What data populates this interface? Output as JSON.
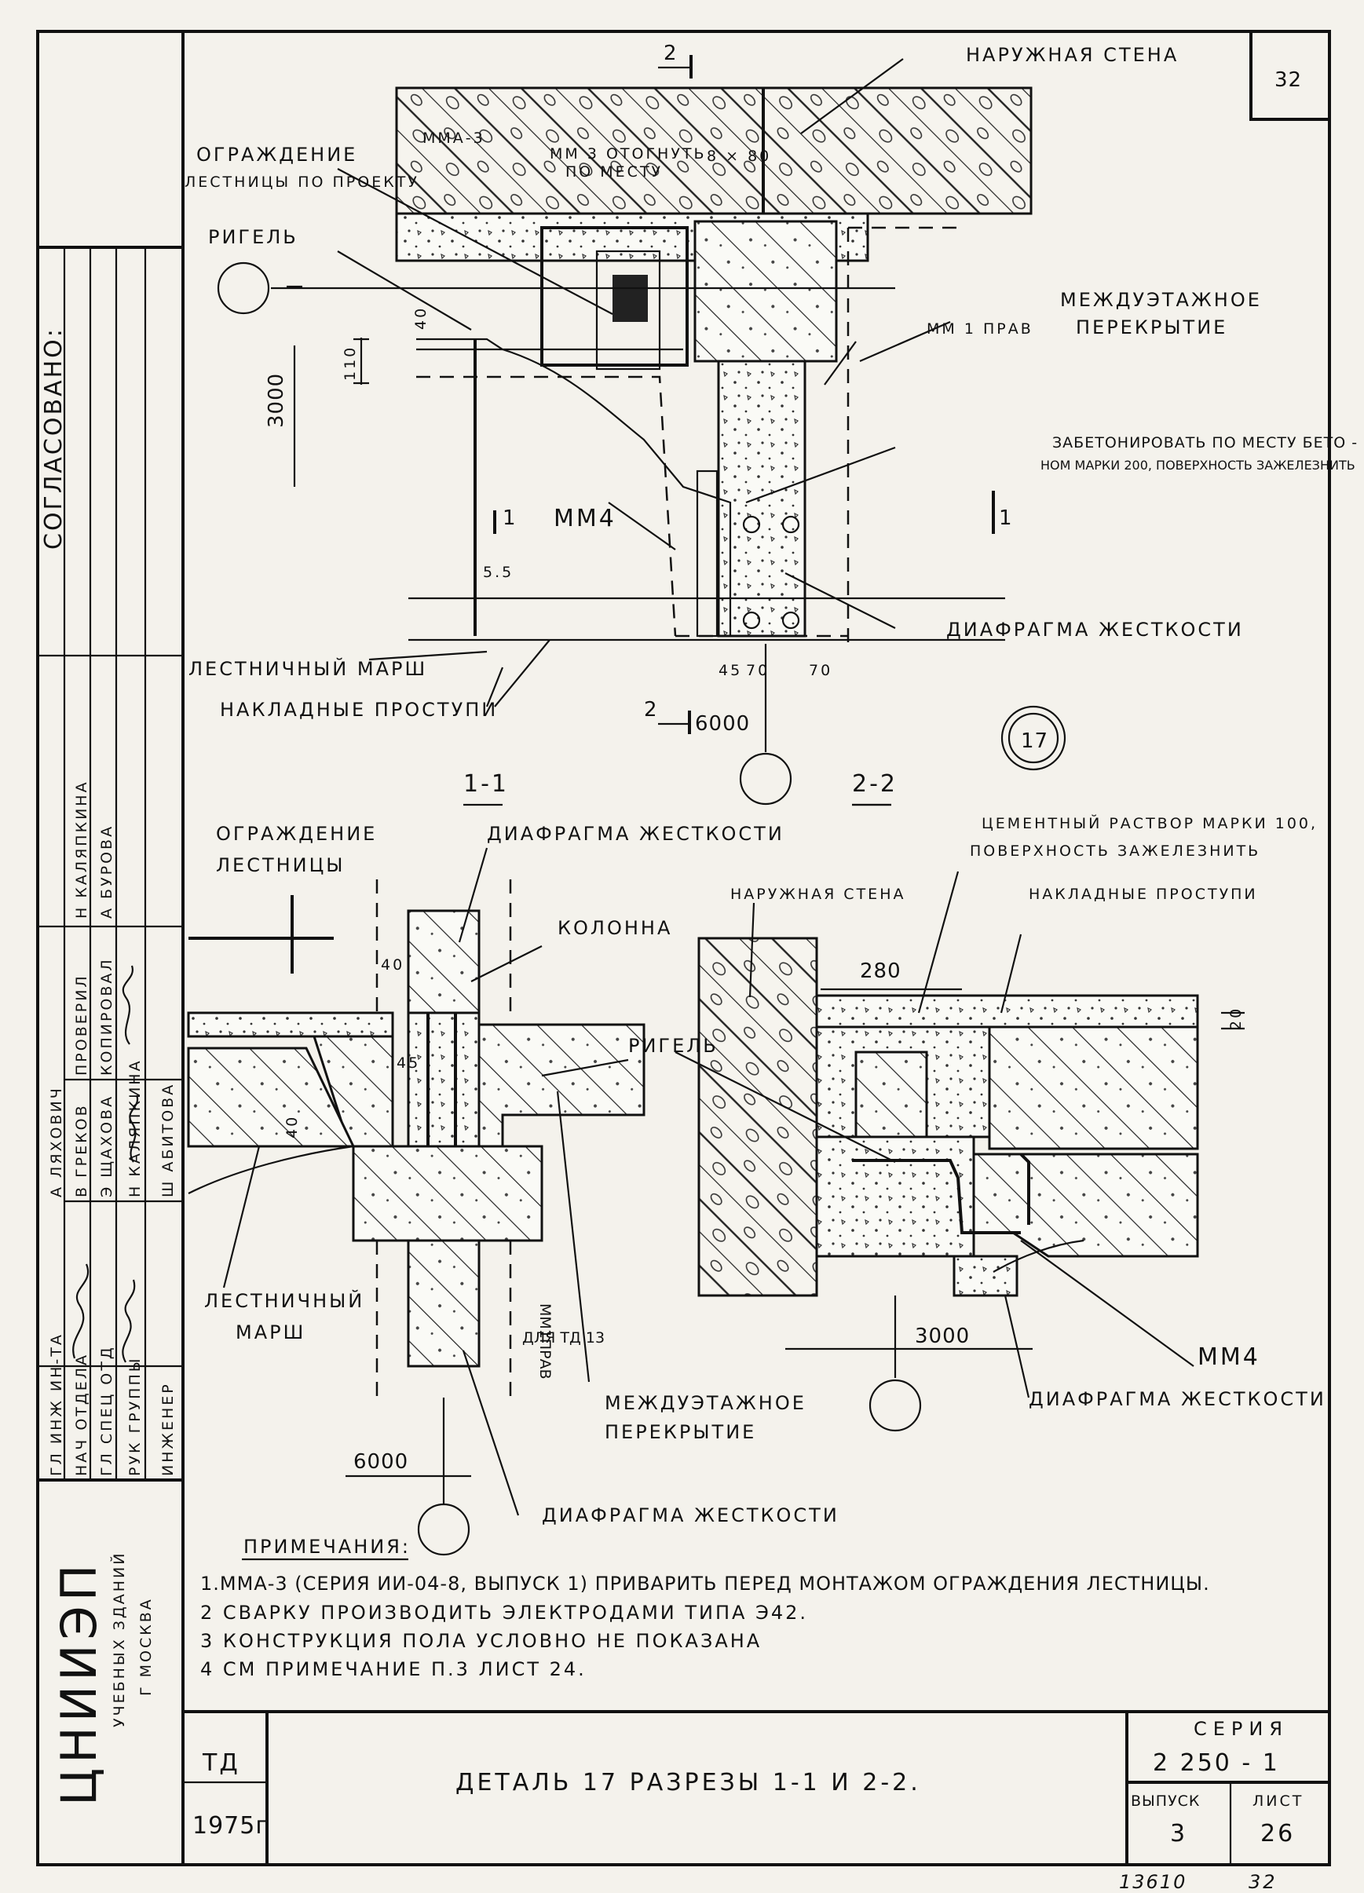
{
  "sheet_number_top": "32",
  "side_approvals": {
    "agreed": "СОГЛАСОВАНО:",
    "signers": [
      {
        "role": "Н КАЛЯПКИНА",
        "name": ""
      },
      {
        "role": "А БУРОВА",
        "name": ""
      }
    ],
    "checked": "ПРОВЕРИЛ",
    "copied": "КОПИРОВАЛ",
    "staff": [
      {
        "role": "ГЛ ИНЖ ИН-ТА",
        "name": "А ЛЯХОВИЧ"
      },
      {
        "role": "НАЧ ОТДЕЛА",
        "name": "В ГРЕКОВ"
      },
      {
        "role": "ГЛ СПЕЦ ОТД",
        "name": "Э ЩАХОВА"
      },
      {
        "role": "РУК ГРУППЫ",
        "name": "Н КАЛЯПКИНА"
      },
      {
        "role": "ИНЖЕНЕР",
        "name": "Ш АБИТОВА"
      }
    ],
    "org_logo": "ЦНИИЭП",
    "org_line1": "УЧЕБНЫХ ЗДАНИЙ",
    "org_line2": "Г МОСКВА"
  },
  "drawing_top": {
    "section_mark_top": "2",
    "section_mark_bottom": "2",
    "section_1_left": "1",
    "section_1_right": "1",
    "outer_wall": "НАРУЖНАЯ СТЕНА",
    "mma3": "ММА-3",
    "mm3_bend": "ММ 3 ОТОГНУТЬ",
    "mm3_bend2": "ПО МЕСТУ",
    "weld": "8 × 80",
    "railing1": "ОГРАЖДЕНИЕ",
    "railing2": "ЛЕСТНИЦЫ ПО ПРОЕКТУ",
    "girder": "РИГЕЛЬ",
    "floor1": "МЕЖДУЭТАЖНОЕ",
    "floor2": "ПЕРЕКРЫТИЕ",
    "mm1": "ММ 1 ПРАВ",
    "dim_3000": "3000",
    "dim_110": "110",
    "dim_40": "40",
    "concrete1": "ЗАБЕТОНИРОВАТЬ ПО МЕСТУ БЕТО -",
    "concrete2": "НОМ МАРКИ 200, ПОВЕРХНОСТЬ ЗАЖЕЛЕЗНИТЬ",
    "mm4": "ММ4",
    "dim_55": "5.5",
    "diaphragm": "ДИАФРАГМА ЖЕСТКОСТИ",
    "flight": "ЛЕСТНИЧНЫЙ МАРШ",
    "treads": "НАКЛАДНЫЕ ПРОСТУПИ",
    "dim_45": "45",
    "dim_70a": "70",
    "dim_70b": "70",
    "dim_6000": "6000",
    "detail_no": "17"
  },
  "section_11": {
    "title": "1-1",
    "railing1": "ОГРАЖДЕНИЕ",
    "railing2": "ЛЕСТНИЦЫ",
    "diaphragm": "ДИАФРАГМА ЖЕСТКОСТИ",
    "column": "КОЛОННА",
    "dim_40": "40",
    "dim_45": "45",
    "dim_40b": "40",
    "flight1": "ЛЕСТНИЧНЫЙ",
    "flight2": "МАРШ",
    "mm1": "ММ1ПРАВ",
    "td13": "ДЛЯ ТД 13",
    "floor1": "МЕЖДУЭТАЖНОЕ",
    "floor2": "ПЕРЕКРЫТИЕ",
    "dim_6000": "6000",
    "diaphragm2": "ДИАФРАГМА ЖЕСТКОСТИ"
  },
  "section_22": {
    "title": "2-2",
    "mortar1": "ЦЕМЕНТНЫЙ РАСТВОР МАРКИ 100,",
    "mortar2": "ПОВЕРХНОСТЬ ЗАЖЕЛЕЗНИТЬ",
    "outer_wall": "НАРУЖНАЯ СТЕНА",
    "treads": "НАКЛАДНЫЕ ПРОСТУПИ",
    "dim_280": "280",
    "dim_20": "20",
    "girder": "РИГЕЛЬ",
    "dim_3000": "3000",
    "mm4": "ММ4",
    "diaphragm": "ДИАФРАГМА ЖЕСТКОСТИ"
  },
  "notes": {
    "heading": "ПРИМЕЧАНИЯ:",
    "items": [
      "1.ММА-3 (СЕРИЯ ИИ-04-8, ВЫПУСК 1) ПРИВАРИТЬ ПЕРЕД МОНТАЖОМ ОГРАЖДЕНИЯ ЛЕСТНИЦЫ.",
      "2 СВАРКУ ПРОИЗВОДИТЬ ЭЛЕКТРОДАМИ ТИПА Э42.",
      "3 КОНСТРУКЦИЯ ПОЛА УСЛОВНО НЕ ПОКАЗАНА",
      "4 СМ ПРИМЕЧАНИЕ П.3 ЛИСТ 24."
    ]
  },
  "title_block": {
    "td": "ТД",
    "year": "1975г",
    "title": "ДЕТАЛЬ 17 РАЗРЕЗЫ 1-1 И 2-2.",
    "series_label": "СЕРИЯ",
    "series_value": "2 250 - 1",
    "issue_label": "ВЫПУСК",
    "issue_value": "3",
    "sheet_label": "ЛИСТ",
    "sheet_value": "26"
  },
  "footer": {
    "inventory": "13610",
    "page": "32"
  }
}
